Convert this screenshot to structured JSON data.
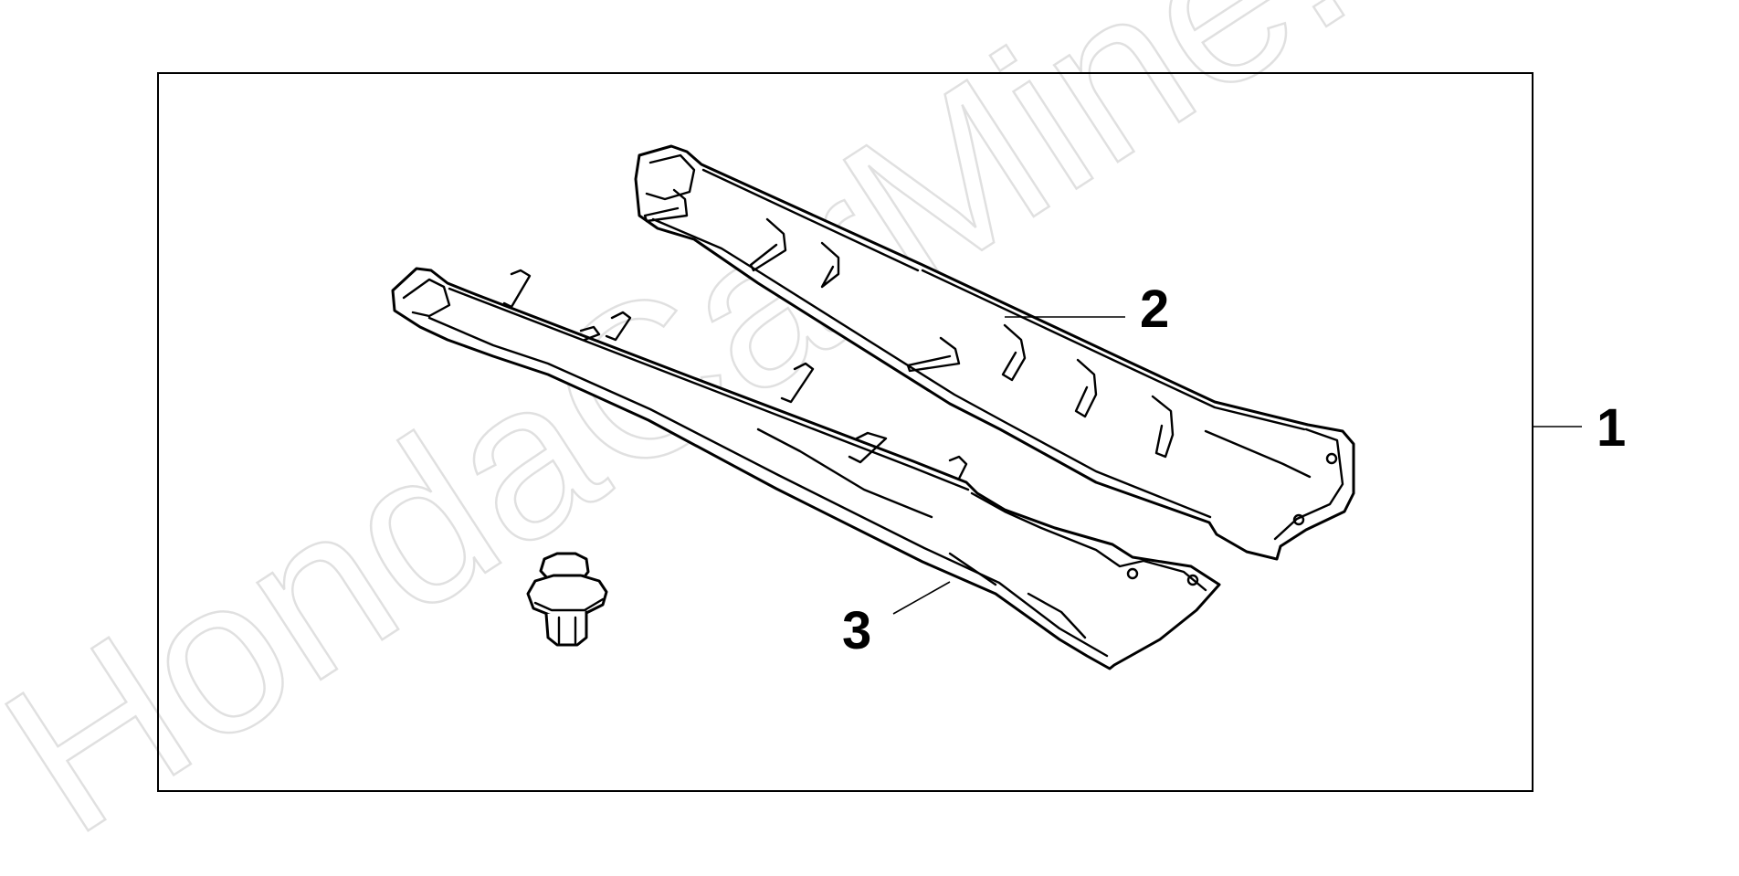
{
  "watermark": {
    "text": "HondaCarMine.ru",
    "color": "#c8c8c8"
  },
  "callouts": [
    {
      "id": "assembly",
      "label": "1"
    },
    {
      "id": "right-sill-garnish",
      "label": "2"
    },
    {
      "id": "left-sill-garnish",
      "label": "3"
    }
  ],
  "parts": [
    {
      "name": "side sill garnish (rear)",
      "callout": "2"
    },
    {
      "name": "side sill garnish (front)",
      "callout": "3"
    },
    {
      "name": "clip fastener"
    }
  ],
  "colors": {
    "line": "#000000",
    "background": "#ffffff"
  }
}
